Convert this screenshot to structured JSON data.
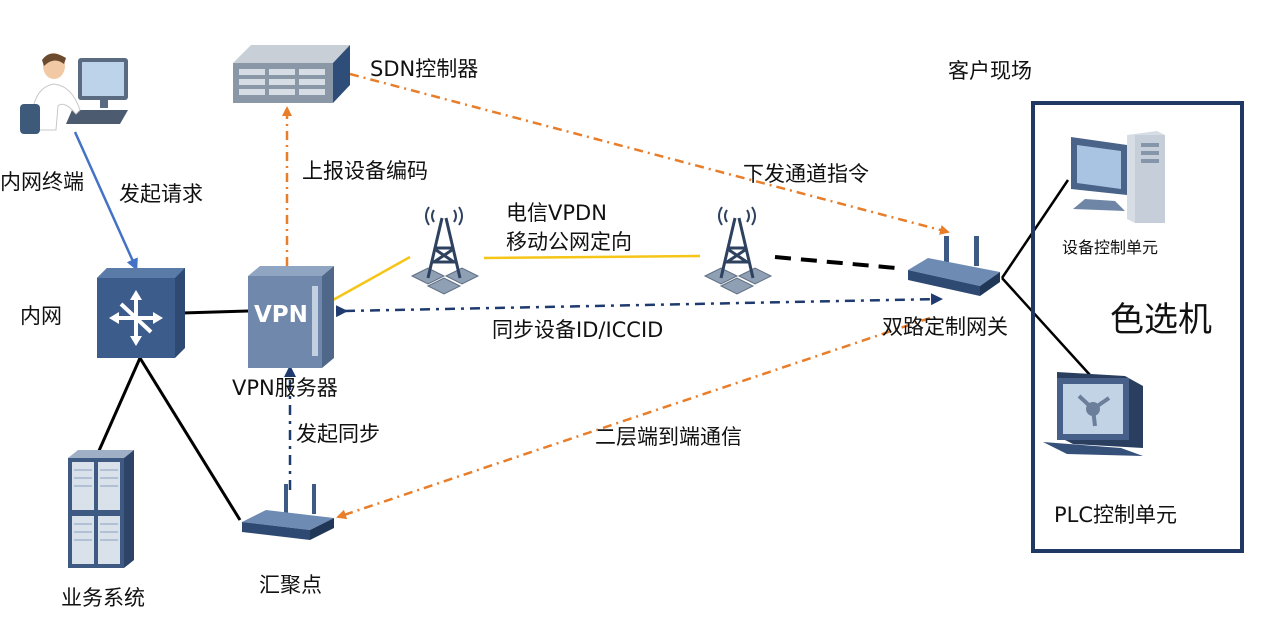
{
  "nodes": {
    "terminal": "内网终端",
    "intranet": "内网",
    "business": "业务系统",
    "vpn_server": "VPN服务器",
    "vpn_logo": "VPN",
    "sdn": "SDN控制器",
    "aggregation": "汇聚点",
    "gateway": "双路定制网关",
    "site": "客户现场",
    "device_ctrl": "设备控制单元",
    "plc_ctrl": "PLC控制单元",
    "color_sorter": "色选机"
  },
  "edges": {
    "initiate_request": "发起请求",
    "report_code": "上报设备编码",
    "issue_channel": "下发通道指令",
    "telecom_vpdn": "电信VPDN",
    "mobile_private": "移动公网定向",
    "sync_id": "同步设备ID/ICCID",
    "initiate_sync": "发起同步",
    "l2_e2e": "二层端到端通信"
  },
  "colors": {
    "orange_dashdot": "#E87D2A",
    "navy_dashdot": "#1F3A6E",
    "blue_arrow": "#4472C4",
    "yellow_link": "#F5C518",
    "device_blue": "#3E5C86",
    "site_box": "#1F3864"
  }
}
